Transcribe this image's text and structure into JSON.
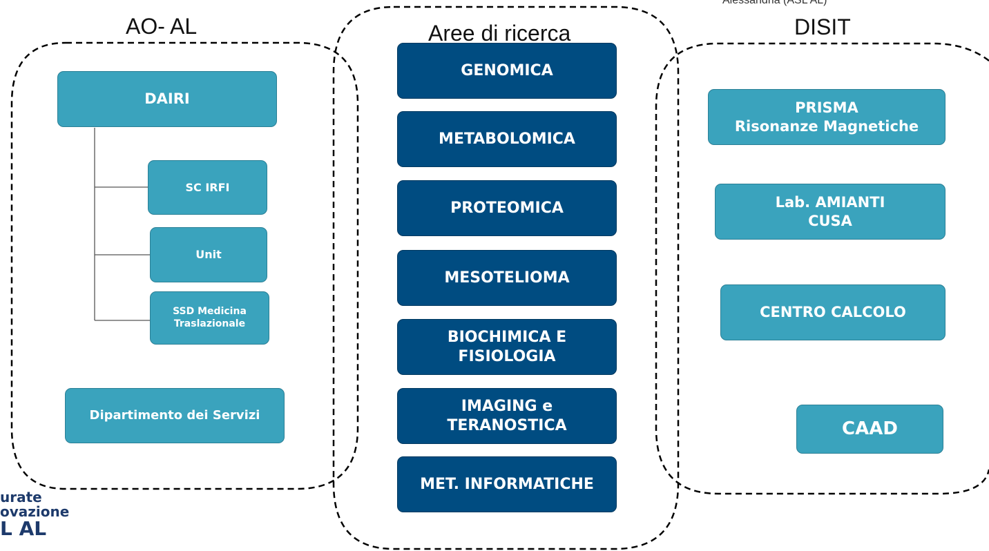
{
  "top_note": "Alessandria (ASL AL)",
  "columns": {
    "left_title": "AO- AL",
    "center_title": "Aree di ricerca",
    "right_title": "DISIT"
  },
  "left": {
    "dairi": "DAIRI",
    "sc_irfi": "SC IRFI",
    "unit": "Unit",
    "ssd": "SSD Medicina\nTraslazionale",
    "dipartimento": "Dipartimento dei Servizi"
  },
  "center": {
    "areas": [
      "GENOMICA",
      "METABOLOMICA",
      "PROTEOMICA",
      "MESOTELIOMA",
      "BIOCHIMICA E\nFISIOLOGIA",
      "IMAGING e\nTERANOSTICA",
      "MET. INFORMATICHE"
    ]
  },
  "right": {
    "prisma": "PRISMA\nRisonanze Magnetiche",
    "amianti": "Lab. AMIANTI\nCUSA",
    "centro_calcolo": "CENTRO CALCOLO",
    "caad": "CAAD"
  },
  "logo": {
    "line1": "urate",
    "line2": "ovazione",
    "line3": "L AL"
  },
  "colors": {
    "teal": "#3aa3bd",
    "navy": "#004c81",
    "logo_text": "#1d3a6b"
  }
}
